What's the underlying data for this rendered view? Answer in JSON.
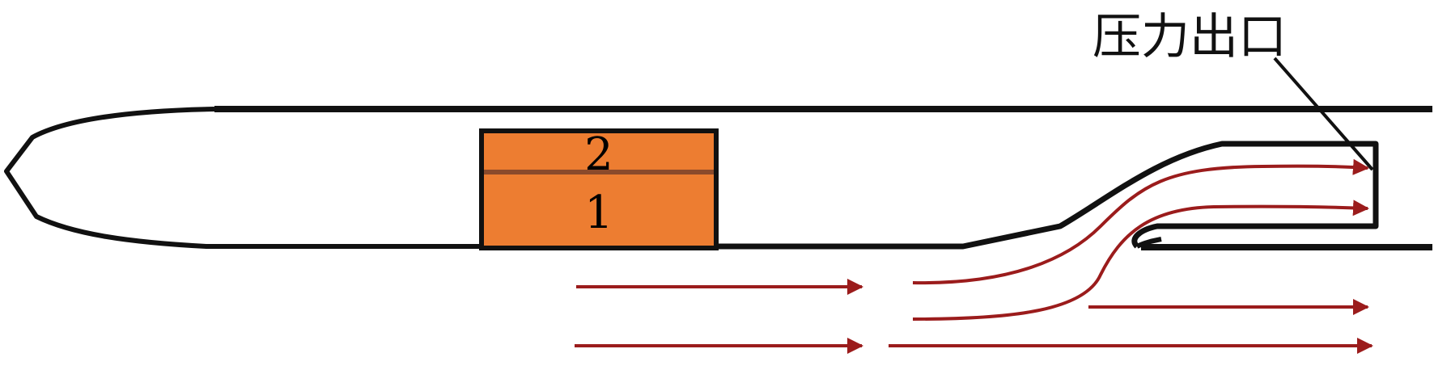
{
  "diagram": {
    "outlet_label": "压力出口",
    "block_labels": {
      "upper": "2",
      "lower": "1"
    },
    "colors": {
      "outline": "#111111",
      "block_fill": "#ED7D31",
      "block_divider": "#8B4A2B",
      "flow": "#9B1C1C"
    }
  }
}
